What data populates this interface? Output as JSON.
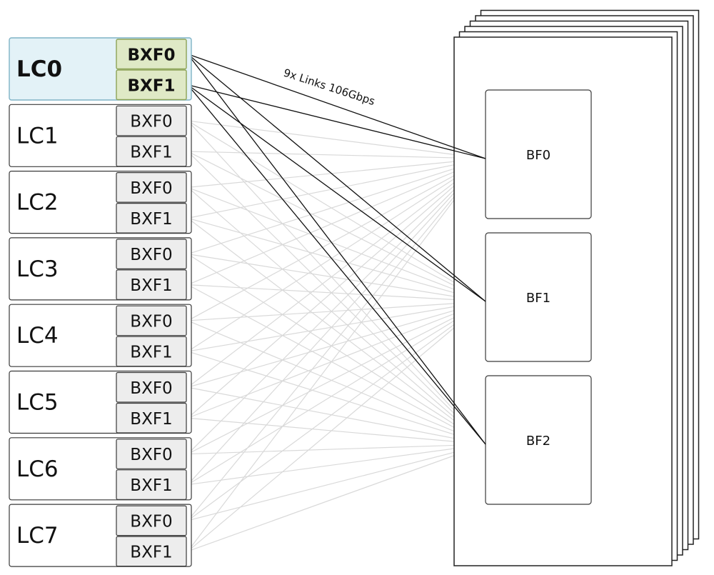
{
  "line_cards": [
    {
      "label": "LC0",
      "active": true,
      "bxf": [
        "BXF0",
        "BXF1"
      ]
    },
    {
      "label": "LC1",
      "active": false,
      "bxf": [
        "BXF0",
        "BXF1"
      ]
    },
    {
      "label": "LC2",
      "active": false,
      "bxf": [
        "BXF0",
        "BXF1"
      ]
    },
    {
      "label": "LC3",
      "active": false,
      "bxf": [
        "BXF0",
        "BXF1"
      ]
    },
    {
      "label": "LC4",
      "active": false,
      "bxf": [
        "BXF0",
        "BXF1"
      ]
    },
    {
      "label": "LC5",
      "active": false,
      "bxf": [
        "BXF0",
        "BXF1"
      ]
    },
    {
      "label": "LC6",
      "active": false,
      "bxf": [
        "BXF0",
        "BXF1"
      ]
    },
    {
      "label": "LC7",
      "active": false,
      "bxf": [
        "BXF0",
        "BXF1"
      ]
    }
  ],
  "fabric": {
    "card_count": 6,
    "chips": [
      "BF0",
      "BF1",
      "BF2"
    ]
  },
  "link_label": "9x Links 106Gbps",
  "colors": {
    "active_link": "#111111",
    "inactive_link": "#d9d9d9",
    "active_card_fill": "#e3f2f7",
    "active_bxf_fill": "#dfe9c6",
    "bxf_fill": "#ededed"
  }
}
